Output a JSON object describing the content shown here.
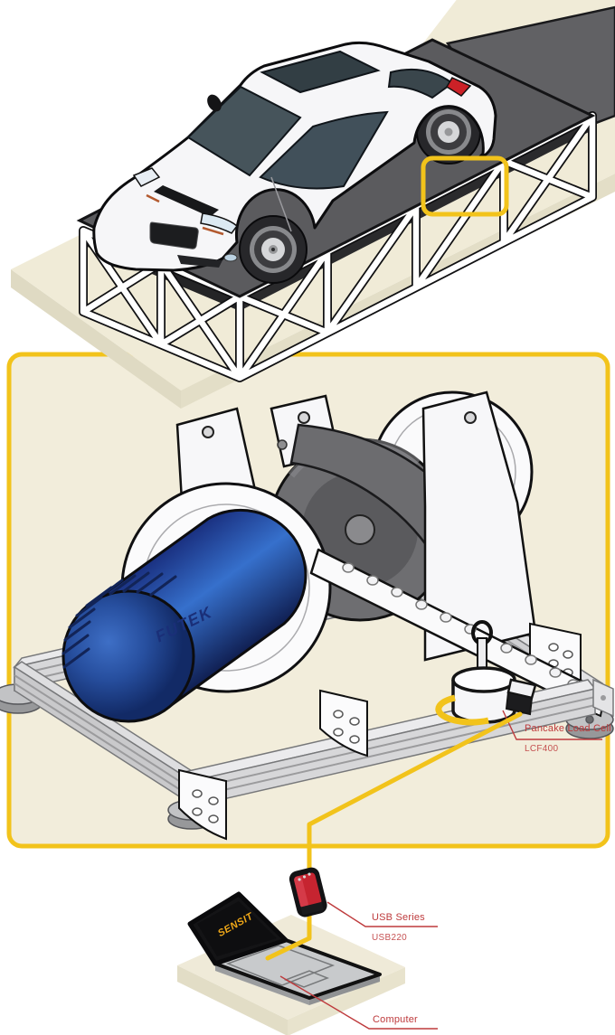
{
  "figure": {
    "callouts": {
      "load_cell": {
        "title": "Pancake Load Cell",
        "model": "LCF400"
      },
      "usb": {
        "title": "USB Series",
        "model": "USB220"
      },
      "computer": {
        "title": "Computer"
      }
    },
    "branding": {
      "motor_logo": "FUTEK",
      "software_logo": "SENSIT"
    },
    "colors": {
      "highlight_yellow": "#F2C31B",
      "callout_red": "#BE3A3C",
      "ground_cream": "#F1ECDA",
      "platform_gray": "#5B5B5E",
      "motor_blue": "#2B5FBF",
      "usb_red": "#C62430"
    }
  }
}
